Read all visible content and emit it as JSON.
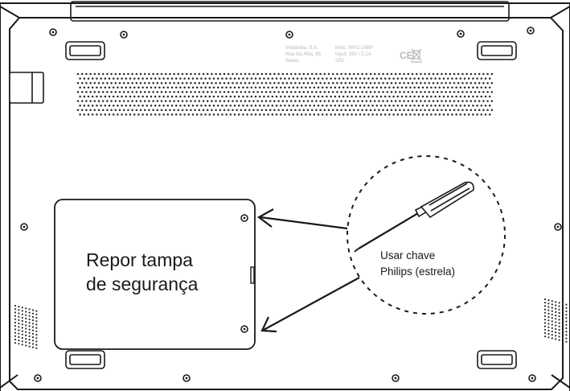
{
  "label_lines": {
    "company": "Infolândia, S.A.",
    "street": "Rua Sta Rita, 85",
    "city": "Aveiro",
    "model": "Mod.: WH1-14BP",
    "input": "Input: 19V / 2.1A",
    "serial": "S/N:"
  },
  "certification_mark": "CE",
  "panel_text": {
    "line1": "Repor tampa",
    "line2": "de segurança"
  },
  "tool_text": {
    "line1": "Usar chave",
    "line2": "Philips (estrela)"
  },
  "colors": {
    "stroke": "#1a1a1a",
    "label_text": "#b8b8b8",
    "background": "#ffffff"
  }
}
